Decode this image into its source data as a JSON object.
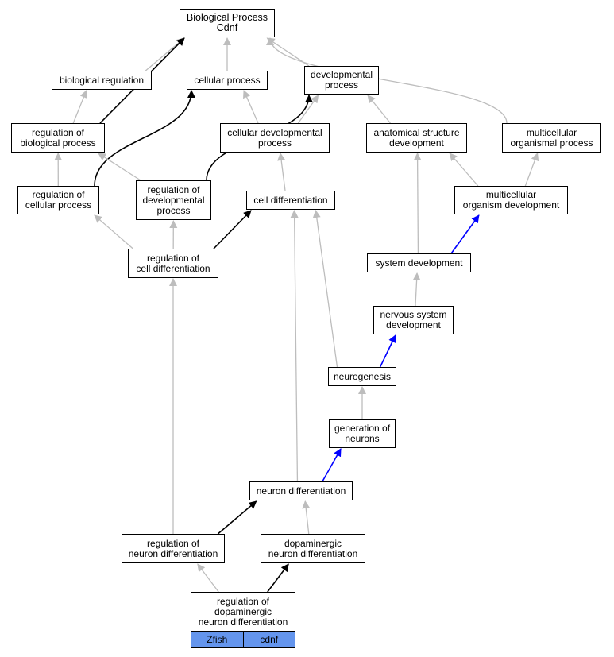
{
  "colors": {
    "gray_edge": "#bdbdbd",
    "black_edge": "#000000",
    "blue_edge": "#0000ff",
    "tag_fill": "#6495ED"
  },
  "nodes": {
    "biological_process": "Biological Process\nCdnf",
    "biological_regulation": "biological regulation",
    "cellular_process": "cellular process",
    "developmental_process": "developmental\nprocess",
    "regulation_of_biological_process": "regulation of\nbiological process",
    "cellular_developmental_process": "cellular developmental\nprocess",
    "anatomical_structure_development": "anatomical structure\ndevelopment",
    "multicellular_organismal_process": "multicellular\norganismal process",
    "regulation_of_cellular_process": "regulation of\ncellular process",
    "regulation_of_developmental_process": "regulation of\ndevelopmental\nprocess",
    "cell_differentiation": "cell differentiation",
    "multicellular_organism_development": "multicellular\norganism development",
    "regulation_of_cell_differentiation": "regulation of\ncell differentiation",
    "system_development": "system development",
    "nervous_system_development": "nervous system\ndevelopment",
    "neurogenesis": "neurogenesis",
    "generation_of_neurons": "generation of\nneurons",
    "neuron_differentiation": "neuron differentiation",
    "regulation_of_neuron_differentiation": "regulation of\nneuron differentiation",
    "dopaminergic_neuron_differentiation": "dopaminergic\nneuron differentiation",
    "regulation_of_dopaminergic_neuron_differentiation": "regulation of\ndopaminergic\nneuron differentiation"
  },
  "tags": {
    "species": "Zfish",
    "gene": "cdnf"
  },
  "edges": [
    {
      "from": "biological_regulation",
      "to": "biological_process",
      "color": "gray"
    },
    {
      "from": "cellular_process",
      "to": "biological_process",
      "color": "gray"
    },
    {
      "from": "developmental_process",
      "to": "biological_process",
      "color": "gray"
    },
    {
      "from": "multicellular_organismal_process",
      "to": "biological_process",
      "color": "gray"
    },
    {
      "from": "regulation_of_biological_process",
      "to": "biological_process",
      "color": "black"
    },
    {
      "from": "regulation_of_biological_process",
      "to": "biological_regulation",
      "color": "gray"
    },
    {
      "from": "cellular_developmental_process",
      "to": "cellular_process",
      "color": "gray"
    },
    {
      "from": "cellular_developmental_process",
      "to": "developmental_process",
      "color": "gray"
    },
    {
      "from": "anatomical_structure_development",
      "to": "developmental_process",
      "color": "gray"
    },
    {
      "from": "regulation_of_cellular_process",
      "to": "regulation_of_biological_process",
      "color": "gray"
    },
    {
      "from": "regulation_of_cellular_process",
      "to": "cellular_process",
      "color": "black"
    },
    {
      "from": "regulation_of_developmental_process",
      "to": "regulation_of_biological_process",
      "color": "gray"
    },
    {
      "from": "regulation_of_developmental_process",
      "to": "developmental_process",
      "color": "black"
    },
    {
      "from": "cell_differentiation",
      "to": "cellular_developmental_process",
      "color": "gray"
    },
    {
      "from": "multicellular_organism_development",
      "to": "anatomical_structure_development",
      "color": "gray"
    },
    {
      "from": "multicellular_organism_development",
      "to": "multicellular_organismal_process",
      "color": "gray"
    },
    {
      "from": "regulation_of_cell_differentiation",
      "to": "regulation_of_cellular_process",
      "color": "gray"
    },
    {
      "from": "regulation_of_cell_differentiation",
      "to": "regulation_of_developmental_process",
      "color": "gray"
    },
    {
      "from": "regulation_of_cell_differentiation",
      "to": "cell_differentiation",
      "color": "black"
    },
    {
      "from": "system_development",
      "to": "anatomical_structure_development",
      "color": "gray"
    },
    {
      "from": "system_development",
      "to": "multicellular_organism_development",
      "color": "blue"
    },
    {
      "from": "nervous_system_development",
      "to": "system_development",
      "color": "gray"
    },
    {
      "from": "neurogenesis",
      "to": "cell_differentiation",
      "color": "gray"
    },
    {
      "from": "neurogenesis",
      "to": "nervous_system_development",
      "color": "blue"
    },
    {
      "from": "generation_of_neurons",
      "to": "neurogenesis",
      "color": "gray"
    },
    {
      "from": "neuron_differentiation",
      "to": "cell_differentiation",
      "color": "gray"
    },
    {
      "from": "neuron_differentiation",
      "to": "generation_of_neurons",
      "color": "blue"
    },
    {
      "from": "regulation_of_neuron_differentiation",
      "to": "regulation_of_cell_differentiation",
      "color": "gray"
    },
    {
      "from": "regulation_of_neuron_differentiation",
      "to": "neuron_differentiation",
      "color": "black"
    },
    {
      "from": "dopaminergic_neuron_differentiation",
      "to": "neuron_differentiation",
      "color": "gray"
    },
    {
      "from": "regulation_of_dopaminergic_neuron_differentiation",
      "to": "regulation_of_neuron_differentiation",
      "color": "gray"
    },
    {
      "from": "regulation_of_dopaminergic_neuron_differentiation",
      "to": "dopaminergic_neuron_differentiation",
      "color": "black"
    }
  ]
}
